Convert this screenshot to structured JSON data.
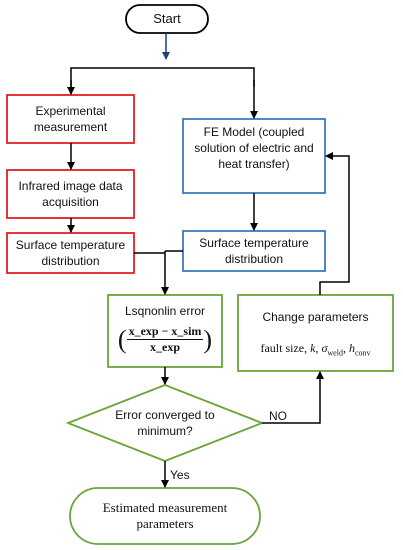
{
  "colors": {
    "red": "#e31e24",
    "blue": "#3b78c2",
    "green": "#6aa43a",
    "black": "#000000",
    "navy": "#1f3f80"
  },
  "start": "Start",
  "experimental_measurement": "Experimental measurement",
  "infrared": "Infrared image data acquisition",
  "surface_left": "Surface temperature distribution",
  "fe_model": "FE Model (coupled solution of electric and heat transfer)",
  "surface_right": "Surface temperature distribution",
  "lsq": {
    "title": "Lsqnonlin error",
    "numerator": "x_exp − x_sim",
    "denominator": "x_exp"
  },
  "change": {
    "title": "Change parameters",
    "fault_size": "fault size,",
    "k": "k",
    "sigma": "σ",
    "weld": "weld",
    "h": "h",
    "conv": "conv"
  },
  "decision": "Error converged to minimum?",
  "no": "NO",
  "yes": "Yes",
  "end": "Estimated measurement parameters"
}
